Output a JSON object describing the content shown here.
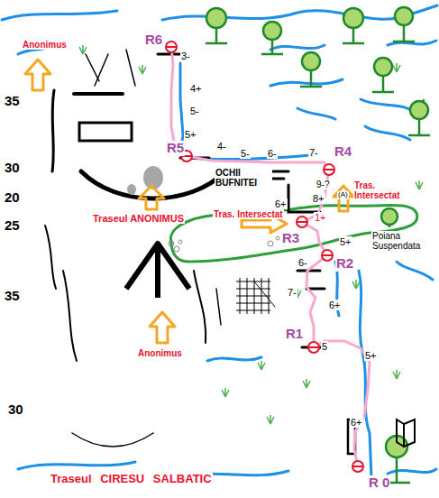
{
  "diagram": {
    "title": "Traseul CIRESU SALBATIC",
    "labels": [
      "Anonimus",
      "R6",
      "3-",
      "4+",
      "5-",
      "5+",
      "R5",
      "4-",
      "5-",
      "6-",
      "7-",
      "R4",
      "OCHII BUFNITEI",
      "9-?",
      "(A)",
      "8+",
      "Tras. Intersectat",
      "6+",
      "Tras. Intersectat",
      "1+",
      "R3",
      "5+",
      "R2",
      "Poiana Suspendata",
      "Traseul ANONIMUS",
      "6-",
      "7-",
      "6+",
      "R1",
      "5",
      "5+",
      "6+",
      "R 0",
      "Anonimus",
      "35",
      "30",
      "20",
      "25",
      "35",
      "30"
    ]
  }
}
